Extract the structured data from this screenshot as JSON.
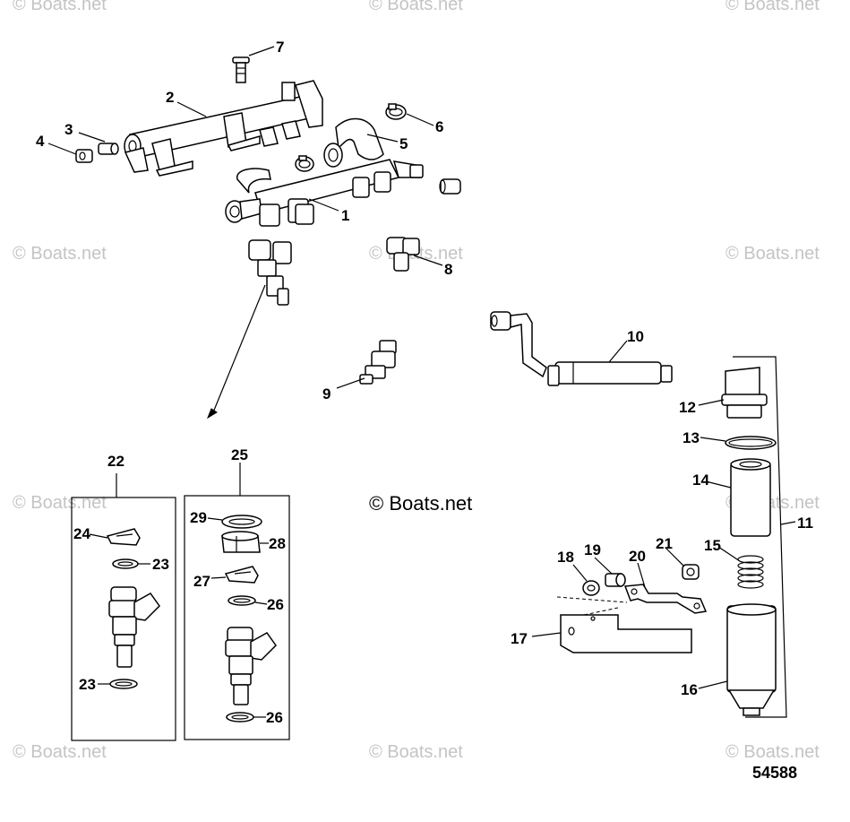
{
  "watermark": "© Boats.net",
  "center_watermark": "© Boats.net",
  "figure_number": "54588",
  "callouts": {
    "c1": "1",
    "c2": "2",
    "c3": "3",
    "c4": "4",
    "c5": "5",
    "c6": "6",
    "c7": "7",
    "c8": "8",
    "c9": "9",
    "c10": "10",
    "c11": "11",
    "c12": "12",
    "c13": "13",
    "c14": "14",
    "c15": "15",
    "c16": "16",
    "c17": "17",
    "c18": "18",
    "c19": "19",
    "c20": "20",
    "c21": "21",
    "c22": "22",
    "c23a": "23",
    "c23b": "23",
    "c24": "24",
    "c25": "25",
    "c26a": "26",
    "c26b": "26",
    "c27": "27",
    "c28": "28",
    "c29": "29"
  }
}
